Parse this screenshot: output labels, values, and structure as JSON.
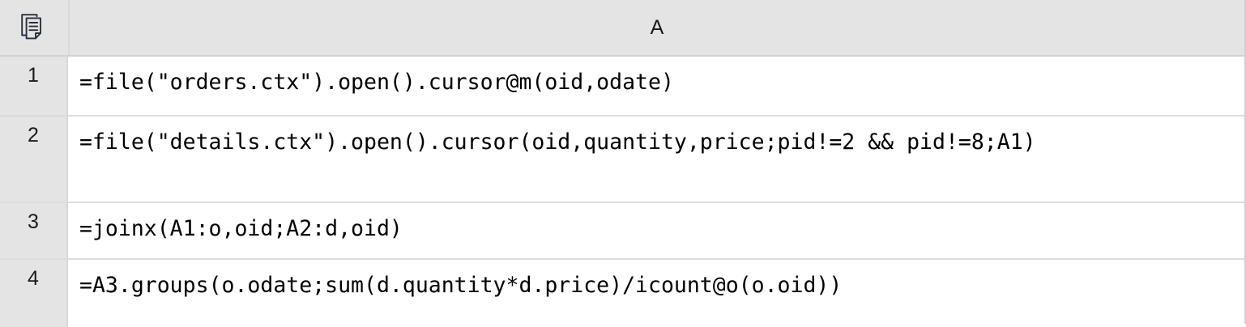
{
  "grid": {
    "corner": {
      "icon": "copy-documents-icon"
    },
    "columns": [
      {
        "label": "A"
      }
    ],
    "rows": [
      {
        "number": "1",
        "cells": [
          {
            "value": "=file(\"orders.ctx\").open().cursor@m(oid,odate)"
          }
        ]
      },
      {
        "number": "2",
        "cells": [
          {
            "value": "=file(\"details.ctx\").open().cursor(oid,quantity,price;pid!=2 && pid!=8;A1)"
          }
        ]
      },
      {
        "number": "3",
        "cells": [
          {
            "value": "=joinx(A1:o,oid;A2:d,oid)"
          }
        ]
      },
      {
        "number": "4",
        "cells": [
          {
            "value": "=A3.groups(o.odate;sum(d.quantity*d.price)/icount@o(o.oid))"
          }
        ]
      }
    ]
  },
  "colors": {
    "header_background": "#e4e4e4",
    "cell_background": "#ffffff",
    "grid_line": "#dcdcdc",
    "text": "#000000",
    "icon_stroke": "#2b2f3a"
  }
}
